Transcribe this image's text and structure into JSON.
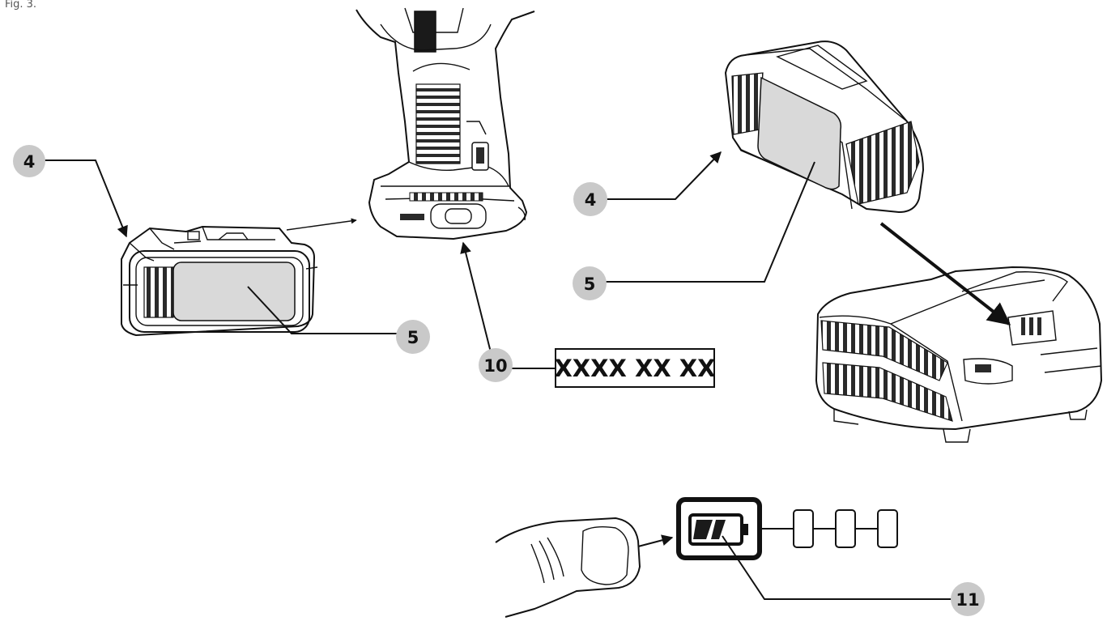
{
  "caption": "Fig. 3.",
  "callouts": {
    "left_4": "4",
    "left_5": "5",
    "right_4": "4",
    "right_5": "5",
    "code_10": "10",
    "indicator_11": "11"
  },
  "model_code": "XXXX XX XX",
  "colors": {
    "callout_fill": "#c9c9c9",
    "line": "#111111",
    "grille_dark": "#2a2a2a",
    "panel_gray": "#d9d9d9"
  },
  "charge_indicator": {
    "icon": "battery-icon",
    "segments": 3
  }
}
